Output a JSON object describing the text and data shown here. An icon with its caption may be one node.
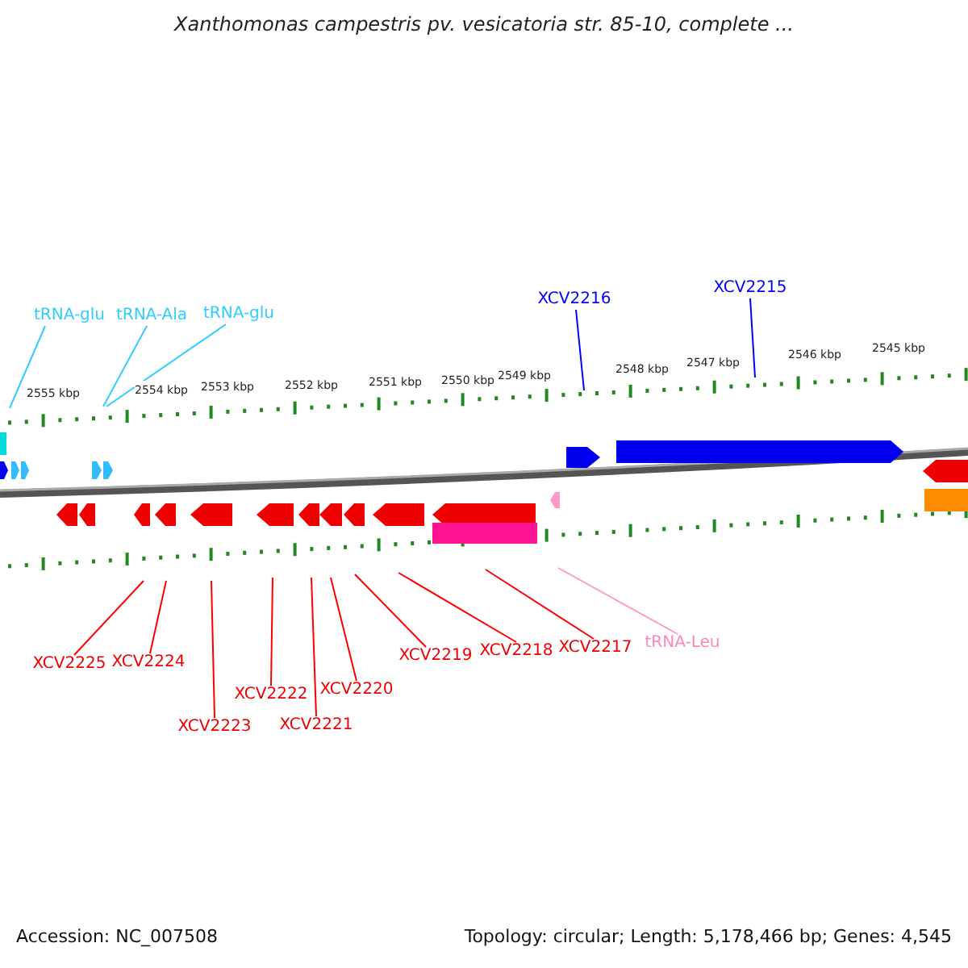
{
  "diagram": {
    "title": "Xanthomonas campestris pv. vesicatoria str. 85-10, complete ...",
    "nodes": [
      {
        "text": [
          "tRNA-glu"
        ]
      },
      {
        "text": [
          "tRNA-Ala"
        ]
      },
      {
        "text": [
          "tRNA-glu"
        ]
      },
      {
        "text": [
          "XCV2216"
        ]
      },
      {
        "text": [
          "XCV2215"
        ]
      },
      {
        "text": [
          "XCV2225"
        ]
      },
      {
        "text": [
          "XCV2224"
        ]
      },
      {
        "text": [
          "XCV2223"
        ]
      },
      {
        "text": [
          "XCV2222"
        ]
      },
      {
        "text": [
          "XCV2221"
        ]
      },
      {
        "text": [
          "XCV2220"
        ]
      },
      {
        "text": [
          "XCV2219"
        ]
      },
      {
        "text": [
          "XCV2218"
        ]
      },
      {
        "text": [
          "XCV2217"
        ]
      },
      {
        "text": [
          "tRNA-Leu"
        ]
      }
    ],
    "edges": [
      {
        "from": 0,
        "to": null,
        "arrow": "none",
        "color": "#33ccff"
      },
      {
        "from": 1,
        "to": null,
        "arrow": "none",
        "color": "#33ccff"
      },
      {
        "from": 2,
        "to": null,
        "arrow": "none",
        "color": "#33ccff"
      },
      {
        "from": 3,
        "to": null,
        "arrow": "none",
        "color": "#0000ff"
      },
      {
        "from": 4,
        "to": null,
        "arrow": "none",
        "color": "#0000ff"
      },
      {
        "from": 5,
        "to": null,
        "arrow": "none"
      },
      {
        "from": 6,
        "to": null,
        "arrow": "none"
      },
      {
        "from": 7,
        "to": null,
        "arrow": "none"
      },
      {
        "from": 8,
        "to": null,
        "arrow": "none"
      },
      {
        "from": 9,
        "to": null,
        "arrow": "none"
      },
      {
        "from": 10,
        "to": null,
        "arrow": "none"
      },
      {
        "from": 11,
        "to": null,
        "arrow": "none"
      },
      {
        "from": 12,
        "to": null,
        "arrow": "none"
      },
      {
        "from": 13,
        "to": null,
        "arrow": "none"
      },
      {
        "from": 14,
        "to": null,
        "arrow": "none",
        "color": "#ff99cc"
      }
    ],
    "labels": [
      "2555 kbp",
      "2554 kbp",
      "2553 kbp",
      "2552 kbp",
      "2551 kbp",
      "2550 kbp",
      "2549 kbp",
      "2548 kbp",
      "2547 kbp",
      "2546 kbp",
      "2545 kbp",
      "Accession: NC_007508",
      "Topology: circular; Length: 5,178,466 bp; Genes: 4,545"
    ]
  }
}
